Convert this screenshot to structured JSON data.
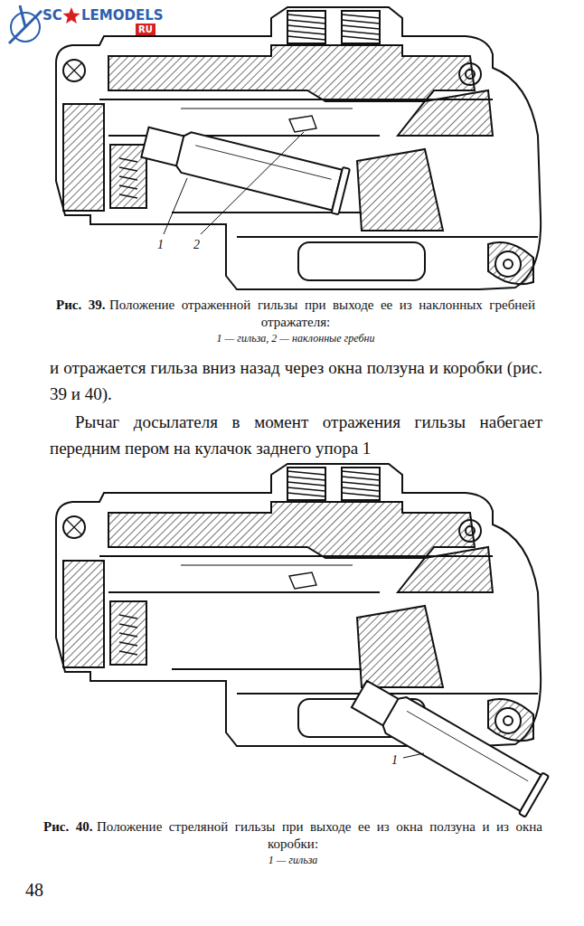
{
  "diagram": {
    "labels": [
      "Рис. 39.",
      "Положение отраженной гильзы при выходе ее из наклонных гребней отражателя:",
      "1 — гильза, 2 — наклонные гребни",
      "и отражается гильза вниз назад через окна ползуна и коробки (рис. 39 и 40).",
      "Рычаг досылателя в момент отражения гильзы набегает передним пером на кулачок заднего упора 1",
      "Рис. 40.",
      "Положение стреляной гильзы при выходе ее из окна ползуна и из окна коробки:",
      "1 — гильза",
      "48",
      "1",
      "2",
      "1",
      "SC",
      "LEMODELS",
      "RU"
    ]
  }
}
